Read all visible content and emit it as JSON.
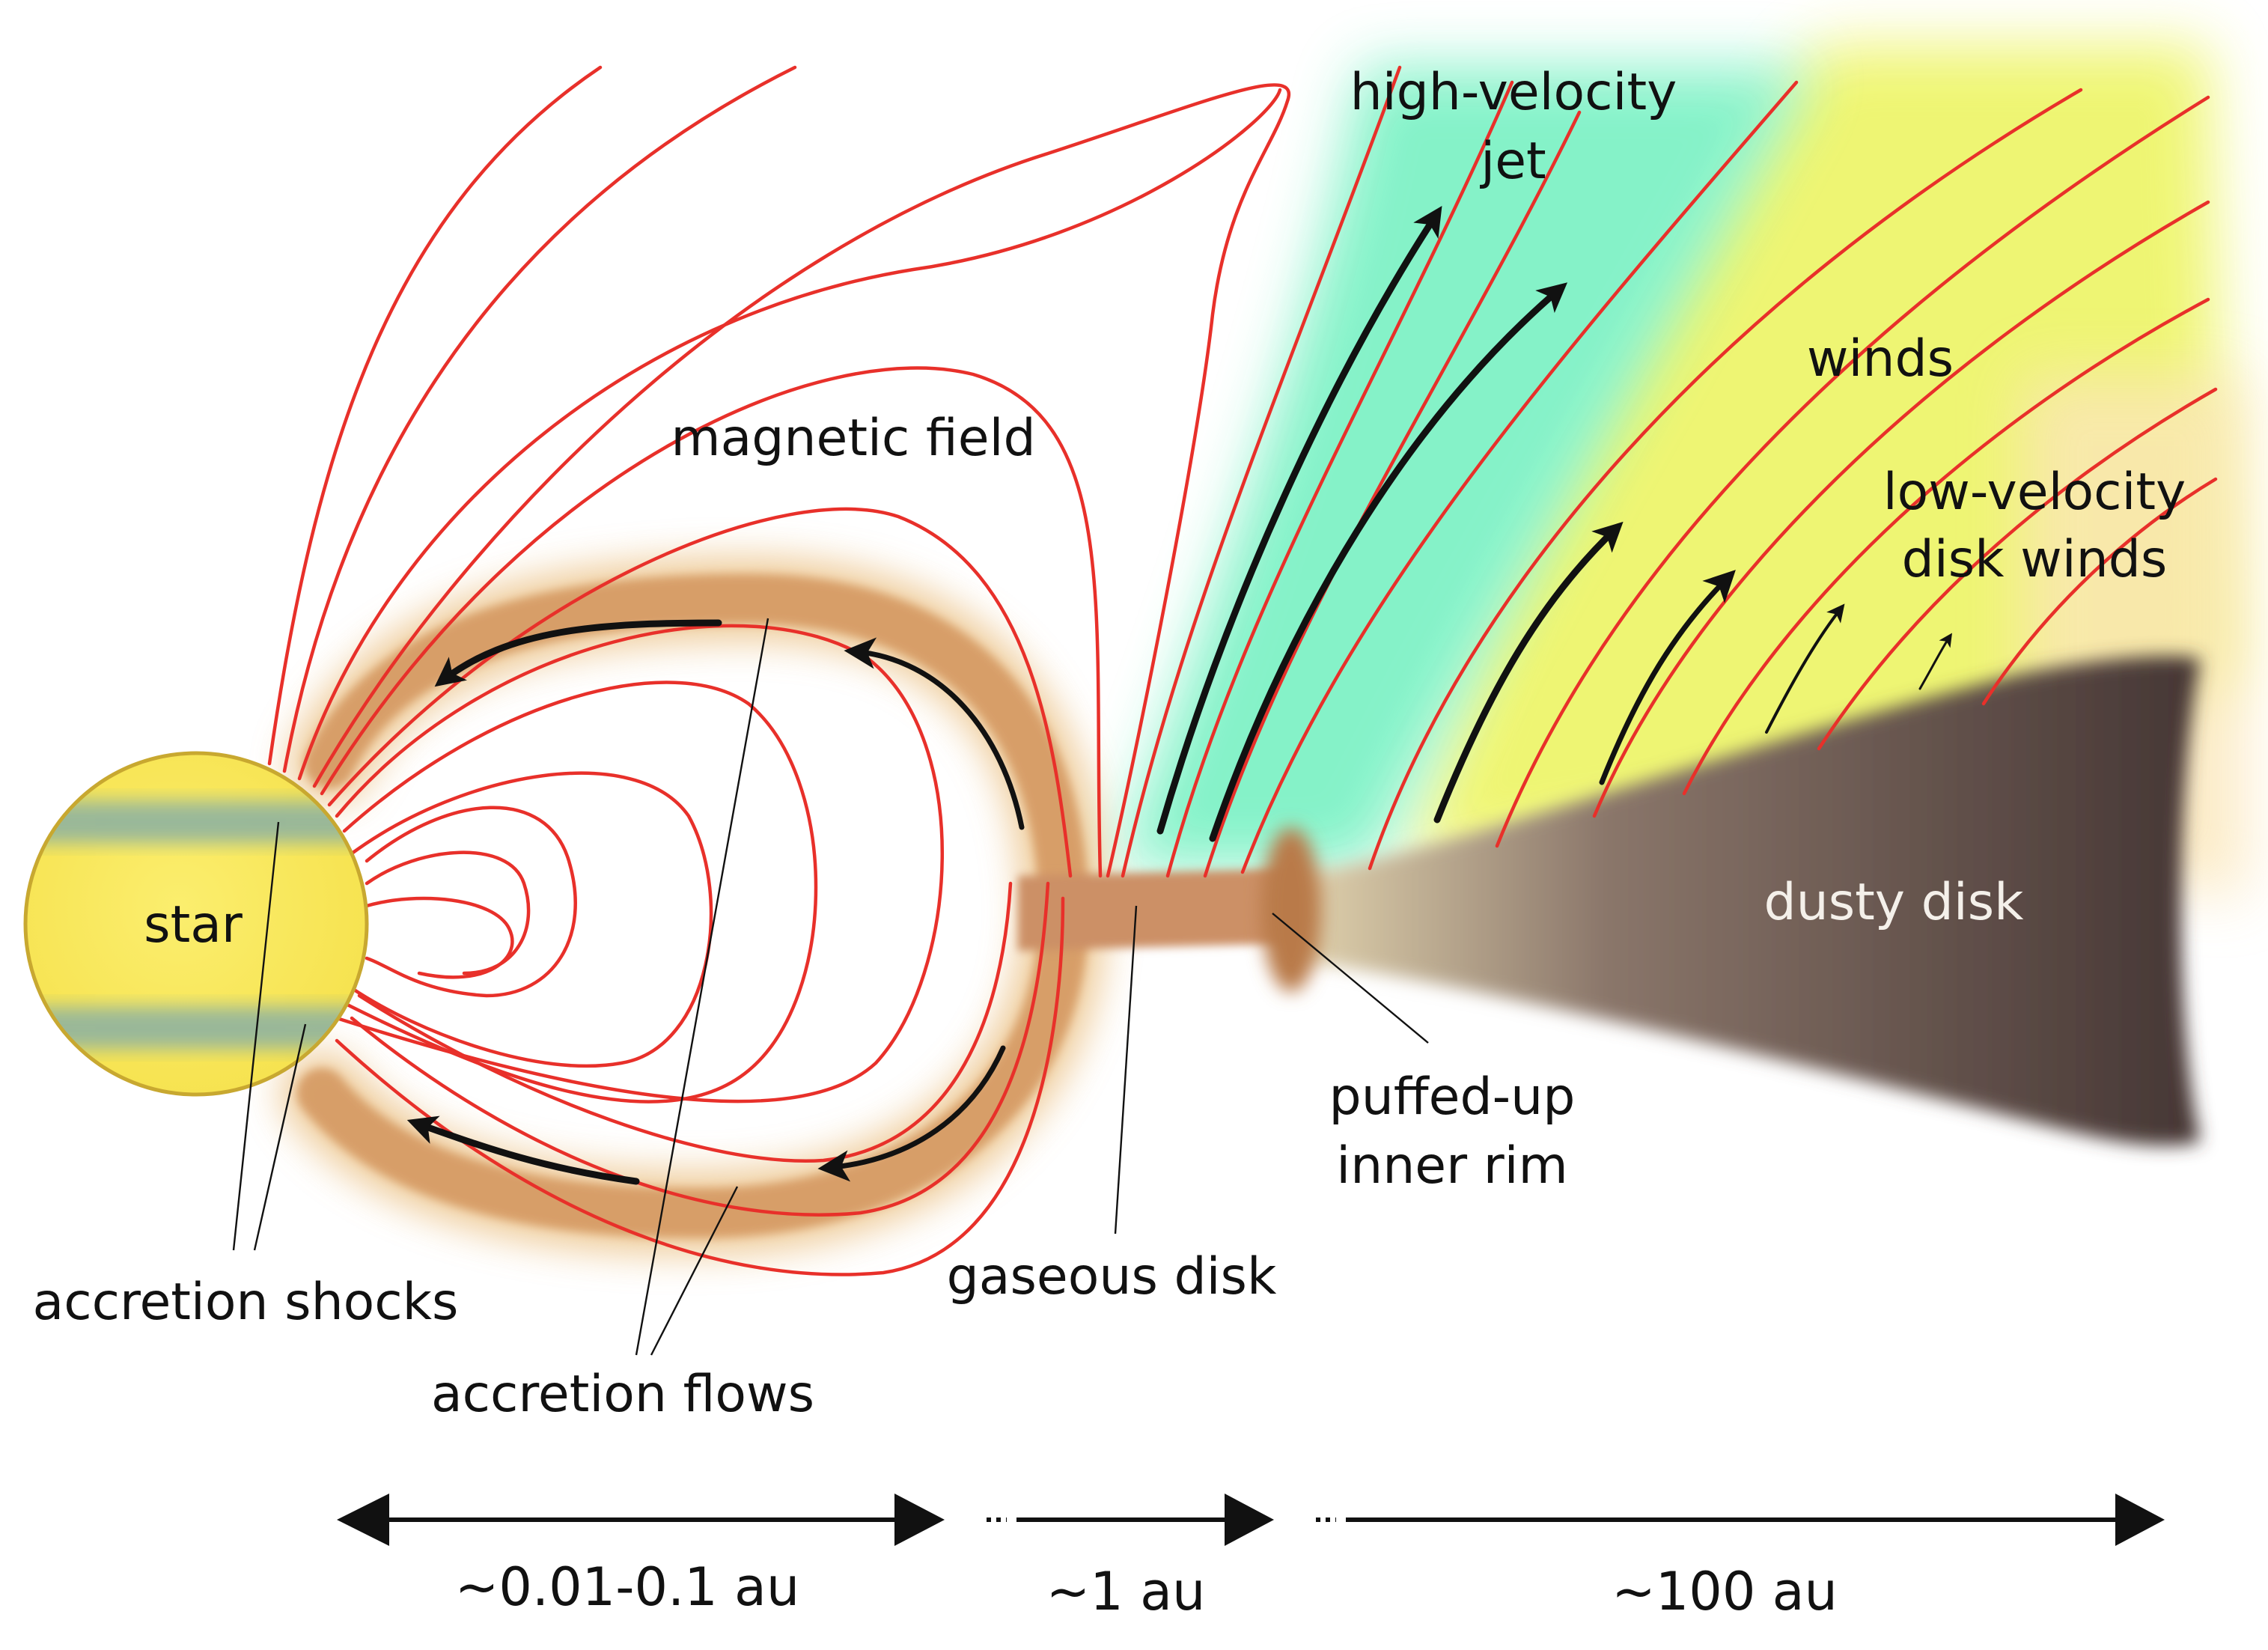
{
  "labels": {
    "star": "star",
    "magnetic_field": "magnetic field",
    "jet_line1": "high-velocity",
    "jet_line2": "jet",
    "winds": "winds",
    "disk_winds_line1": "low-velocity",
    "disk_winds_line2": "disk winds",
    "dusty_disk": "dusty disk",
    "inner_rim_line1": "puffed-up",
    "inner_rim_line2": "inner rim",
    "gaseous_disk": "gaseous disk",
    "accretion_shocks": "accretion shocks",
    "accretion_flows": "accretion flows"
  },
  "scale_bar": {
    "segment1": "~0.01-0.1 au",
    "segment2": "~1 au",
    "segment3": "~100 au"
  },
  "colors": {
    "star_fill": "#f8e85a",
    "star_stroke": "#c8a830",
    "star_band": "#8fb3a0",
    "field_line": "#e8302a",
    "accretion_flow": "#d9a064",
    "gaseous_disk": "#cc9066",
    "jet_glow": "#7ff2c6",
    "wind_glow": "#eef56c",
    "dusty_disk_light": "#d9caa4",
    "dusty_disk_dark": "#453634",
    "arrow": "#111111"
  }
}
